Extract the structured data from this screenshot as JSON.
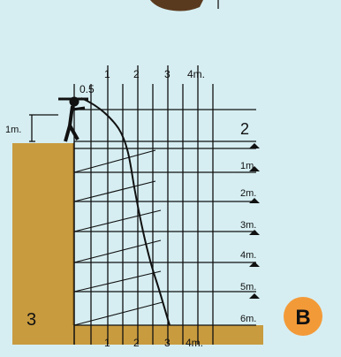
{
  "top_ticks": [
    "0.5",
    "1",
    "2",
    "3",
    "4m."
  ],
  "bottom_ticks": [
    "1",
    "2",
    "3",
    "4m."
  ],
  "height_marker": "1m.",
  "right_labels": [
    "2",
    "1m.",
    "2m.",
    "3m.",
    "4m.",
    "5m.",
    "6m."
  ],
  "left_label": "3",
  "badge": "B",
  "colors": {
    "background": "#d6eef2",
    "cliff": "#c89b3f",
    "cliff_edge": "#a87a25",
    "grid": "#111111",
    "badge_fill": "#f39a38",
    "badge_text": "#111111"
  }
}
